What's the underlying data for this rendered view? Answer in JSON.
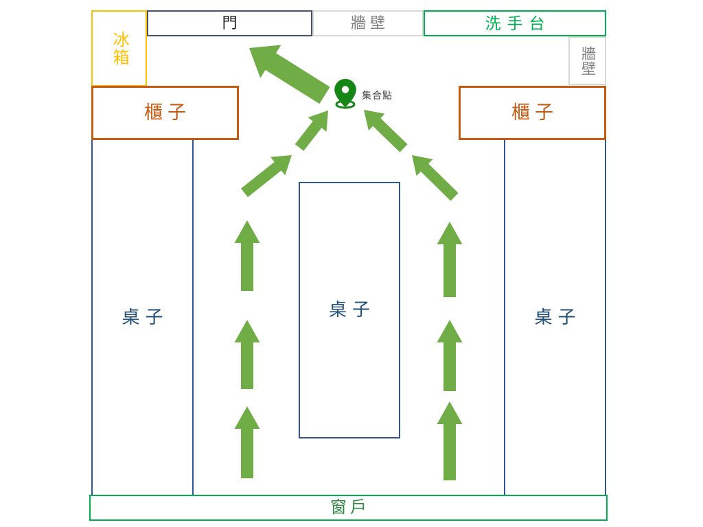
{
  "fixtures": {
    "fridge": {
      "label": "冰箱"
    },
    "door": {
      "label": "門"
    },
    "wall_top": {
      "label": "牆壁"
    },
    "sink": {
      "label": "洗手台"
    },
    "wall_right": {
      "label": "牆壁"
    },
    "cabinet_left": {
      "label": "櫃子"
    },
    "cabinet_right": {
      "label": "櫃子"
    },
    "table_left": {
      "label": "桌子"
    },
    "table_center": {
      "label": "桌子"
    },
    "table_right": {
      "label": "桌子"
    },
    "window": {
      "label": "窗戶"
    }
  },
  "assembly": {
    "label": "集合點"
  },
  "colors": {
    "arrow_green": "#70AD47",
    "pin_green": "#158515",
    "fridge_yellow": "#FFC000",
    "door_navy": "#44546A",
    "wall_gray_border": "#D9D9D9",
    "wall_gray_text": "#808080",
    "sink_window_green": "#00B050",
    "window_text_green": "#2E8B40",
    "cabinet_orange": "#C55A11",
    "table_blue_border": "#2F5597",
    "table_blue_text": "#1F4E79"
  }
}
